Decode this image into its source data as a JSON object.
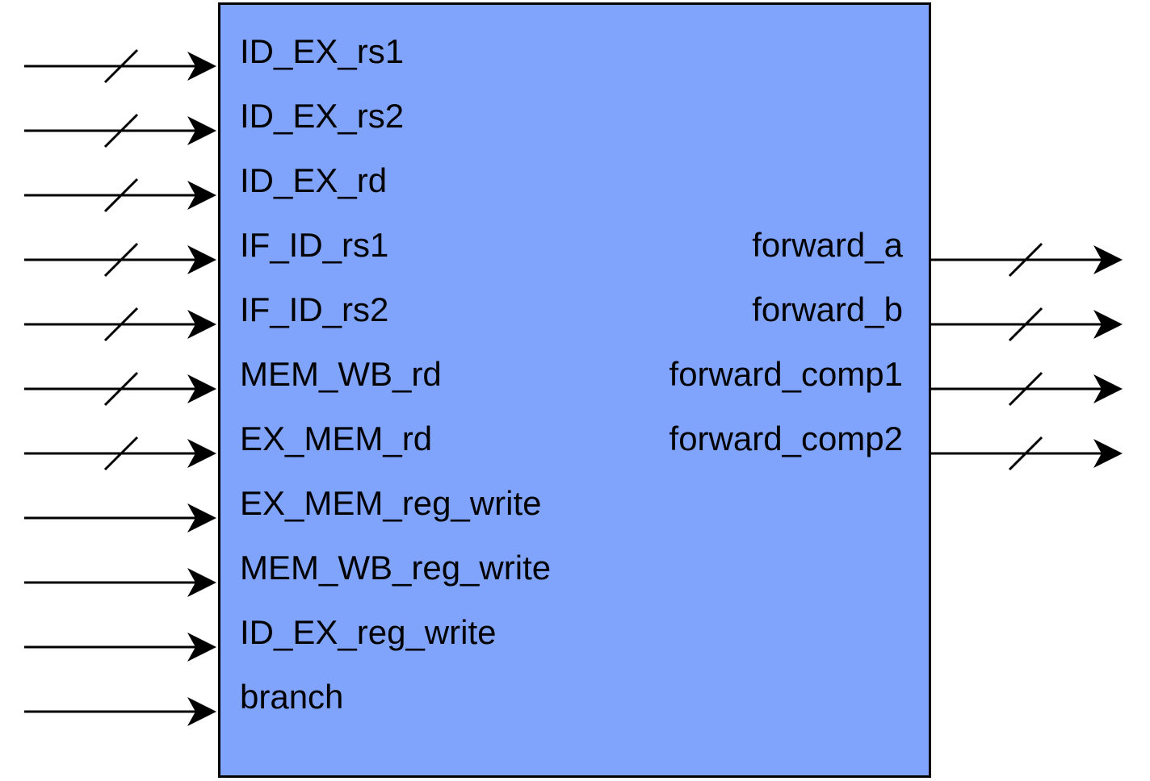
{
  "block": {
    "fill_color": "#80a4fb",
    "border_color": "#000000",
    "inputs": [
      {
        "label": "ID_EX_rs1",
        "bus": true
      },
      {
        "label": "ID_EX_rs2",
        "bus": true
      },
      {
        "label": "ID_EX_rd",
        "bus": true
      },
      {
        "label": "IF_ID_rs1",
        "bus": true
      },
      {
        "label": "IF_ID_rs2",
        "bus": true
      },
      {
        "label": "MEM_WB_rd",
        "bus": true
      },
      {
        "label": "EX_MEM_rd",
        "bus": true
      },
      {
        "label": "EX_MEM_reg_write",
        "bus": false
      },
      {
        "label": "MEM_WB_reg_write",
        "bus": false
      },
      {
        "label": "ID_EX_reg_write",
        "bus": false
      },
      {
        "label": "branch",
        "bus": false
      }
    ],
    "outputs": [
      {
        "label": "forward_a",
        "bus": true
      },
      {
        "label": "forward_b",
        "bus": true
      },
      {
        "label": "forward_comp1",
        "bus": true
      },
      {
        "label": "forward_comp2",
        "bus": true
      }
    ]
  }
}
